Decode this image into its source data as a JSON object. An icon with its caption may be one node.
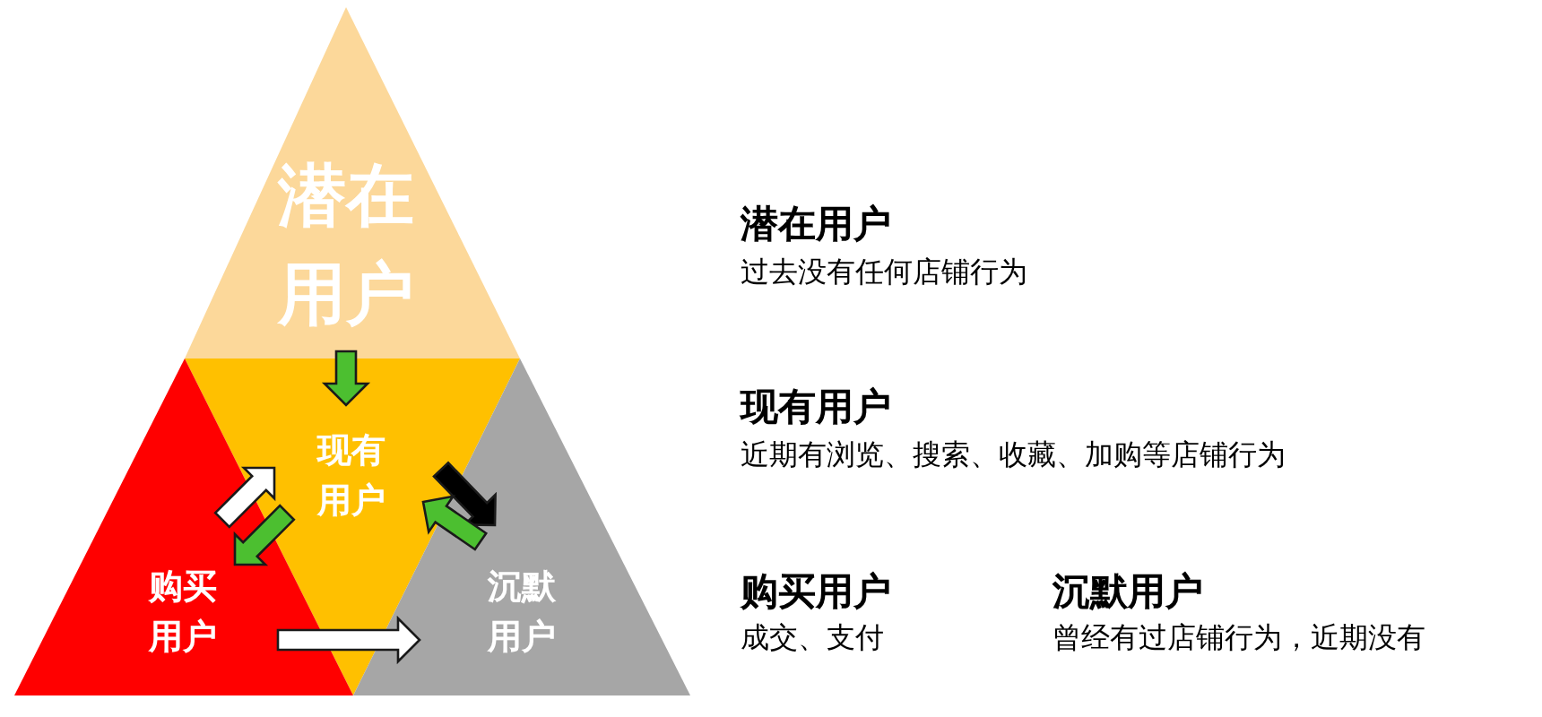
{
  "diagram": {
    "nodes": [
      {
        "text": [
          "潜在用户"
        ]
      },
      {
        "text": [
          "现有用户"
        ]
      },
      {
        "text": [
          "购买用户"
        ]
      },
      {
        "text": [
          "沉默用户"
        ]
      }
    ],
    "edges": [
      {
        "from": 0,
        "to": 1,
        "arrow": "to"
      },
      {
        "from": 2,
        "to": 1,
        "arrow": "to",
        "color": "#ffffff"
      },
      {
        "from": 1,
        "to": 2,
        "arrow": "to"
      },
      {
        "from": 1,
        "to": 3,
        "arrow": "to",
        "color": "#000000"
      },
      {
        "from": 3,
        "to": 1,
        "arrow": "to"
      },
      {
        "from": 2,
        "to": 3,
        "arrow": "to",
        "color": "#ffffff"
      }
    ],
    "labels": [
      "潜在用户",
      "过去没有任何店铺行为",
      "现有用户",
      "近期有浏览、搜索、收藏、加购等店铺行为",
      "购买用户",
      "成交、支付",
      "沉默用户",
      "曾经有过店铺行为，近期没有"
    ]
  }
}
